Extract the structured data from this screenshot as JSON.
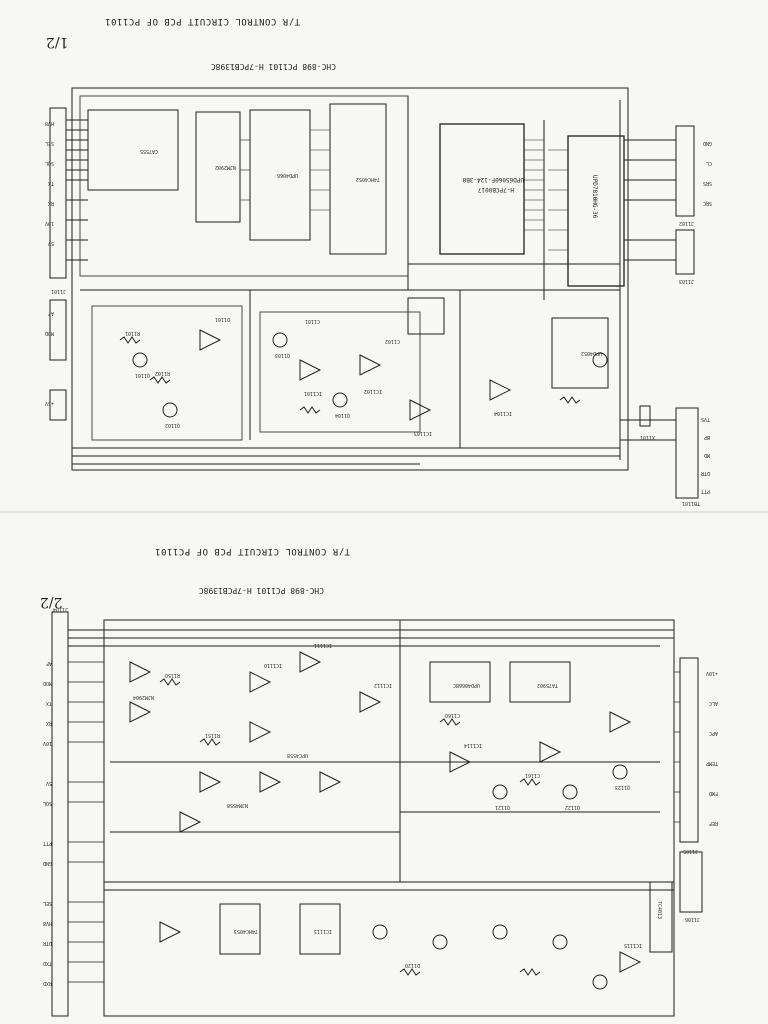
{
  "sheet1": {
    "title": "T/R CONTROL CIRCUIT PCB OF PC1101",
    "ref": "CHC-898 PC1101 H-7PCB1398C",
    "page": "1/2",
    "chips": [
      "UPD65060F-124-3B8",
      "H-7PCB0017",
      "UPD7810HG-36",
      "CA7555",
      "NJM2902",
      "UPD4066",
      "74HC4052",
      "UPD4052"
    ],
    "connectors": [
      "J1101",
      "J1102",
      "J1103",
      "TB1101"
    ],
    "pins": [
      "HV8",
      "SEL",
      "SQL",
      "TX",
      "RX",
      "10V",
      "5V",
      "AF",
      "MOD",
      "+5V",
      "GND",
      "CL",
      "SRS",
      "SRC",
      "TVS",
      "BP",
      "MD",
      "DTR",
      "PTT"
    ],
    "parts": [
      "Q1101",
      "Q1102",
      "Q1103",
      "Q1104",
      "R1101",
      "R1102",
      "C1101",
      "C1102",
      "D1101",
      "IC1101",
      "IC1102",
      "IC1103",
      "IC1104",
      "X1101"
    ]
  },
  "sheet2": {
    "title": "T/R CONTROL CIRCUIT PCB OF PC1101",
    "ref": "CHC-898 PC1101 H-7PCB1398C",
    "page": "2/2",
    "chips": [
      "NJM2904",
      "UPD4066BC",
      "TA75902",
      "UPC4558",
      "NJM4558",
      "74HC4053",
      "TC4013"
    ],
    "connectors": [
      "J1104",
      "J1105",
      "J1106"
    ],
    "pins": [
      "AF",
      "MOD",
      "TX",
      "RX",
      "10V",
      "5V",
      "SQL",
      "PTT",
      "GND",
      "SEL",
      "HV8",
      "DTR",
      "TXD",
      "RXD",
      "+10V",
      "ALC",
      "APC",
      "TEMP",
      "FWD",
      "REF"
    ],
    "parts": [
      "Q1121",
      "Q1122",
      "Q1123",
      "R1150",
      "R1151",
      "C1160",
      "C1161",
      "D1120",
      "IC1110",
      "IC1111",
      "IC1112",
      "IC1113",
      "IC1114",
      "IC1115"
    ]
  },
  "colors": {
    "ink": "#1e1e1e",
    "paper": "#f7f7f5"
  }
}
